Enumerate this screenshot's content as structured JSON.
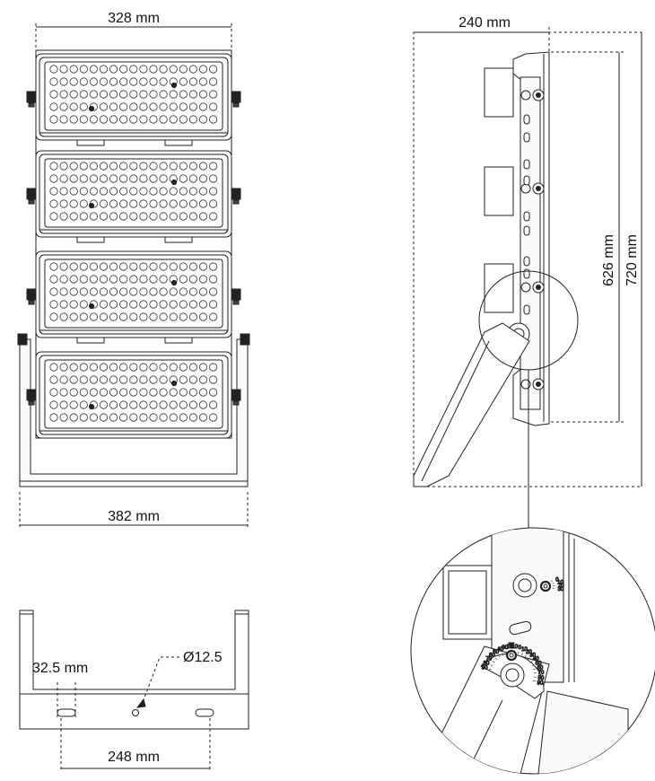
{
  "front_view": {
    "width_top": "328 mm",
    "width_bottom": "382 mm",
    "module_count": 4,
    "led_rows": 5,
    "led_cols": 17
  },
  "side_view": {
    "depth": "240 mm",
    "module_height": "626 mm",
    "total_height": "720 mm"
  },
  "bracket_view": {
    "slot_offset": "32.5 mm",
    "hole_diameter": "Ø12.5",
    "hole_spacing": "248 mm"
  },
  "detail_view": {
    "scale_upper": [
      "0",
      "10",
      "20",
      "30"
    ],
    "scale_lower": [
      "90",
      "80",
      "70",
      "60",
      "50",
      "40",
      "30",
      "20",
      "10",
      "0",
      "10",
      "20",
      "30",
      "40",
      "50",
      "60",
      "70",
      "80",
      "90"
    ]
  },
  "colors": {
    "line": "#222222",
    "fill": "#f6f6f6",
    "dim_line": "#333333"
  }
}
